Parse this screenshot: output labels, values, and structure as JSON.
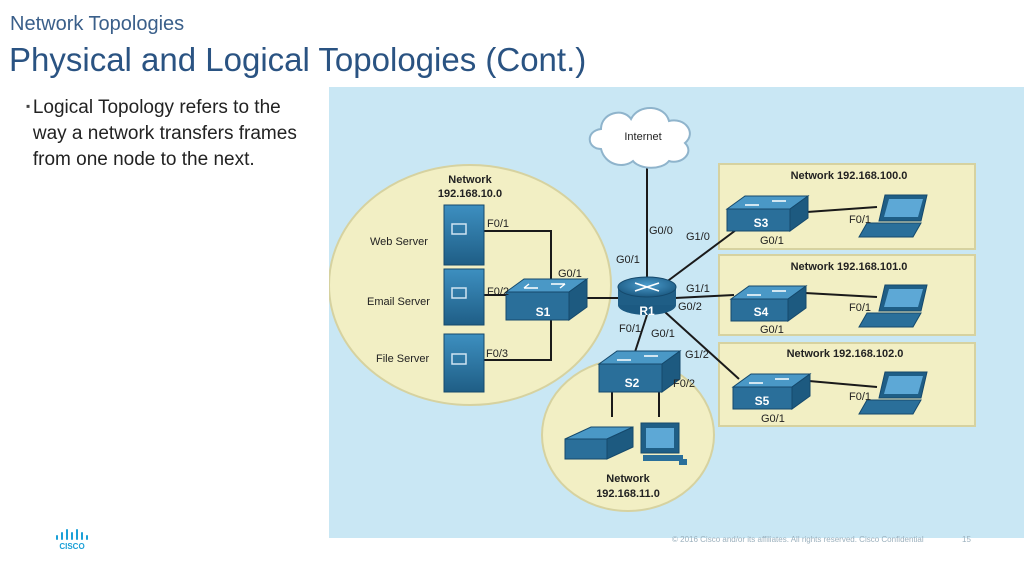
{
  "header": {
    "subtitle": "Network Topologies",
    "title": "Physical and Logical Topologies (Cont.)"
  },
  "bullets": [
    "Logical Topology refers to the way a network transfers frames from one node to the next."
  ],
  "diagram": {
    "internet": "Internet",
    "net10_title": "Network",
    "net10_addr": "192.168.10.0",
    "web_server": "Web Server",
    "email_server": "Email Server",
    "file_server": "File Server",
    "s1": "S1",
    "s1_f01": "F0/1",
    "s1_f02": "F0/2",
    "s1_f03": "F0/3",
    "s1_g01": "G0/1",
    "r1": "R1",
    "r1_g00": "G0/0",
    "r1_g01": "G0/1",
    "r1_f01": "F0/1",
    "r1_g10": "G1/0",
    "r1_g11": "G1/1",
    "r1_g12": "G1/2",
    "s2": "S2",
    "s2_g01": "G0/1",
    "s2_f02": "F0/2",
    "net11_title": "Network",
    "net11_addr": "192.168.11.0",
    "net100": "Network 192.168.100.0",
    "s3": "S3",
    "s3_g01": "G0/1",
    "s3_f01": "F0/1",
    "net101": "Network 192.168.101.0",
    "s4": "S4",
    "s4_g02": "G0/2",
    "s4_g01": "G0/1",
    "s4_f01": "F0/1",
    "net102": "Network 192.168.102.0",
    "s5": "S5",
    "s5_g01": "G0/1",
    "s5_f01": "F0/1"
  },
  "footer": {
    "copyright": "© 2016 Cisco and/or its affiliates. All rights reserved. Cisco Confidential",
    "page": "15",
    "logo": "CISCO"
  },
  "colors": {
    "title": "#2a5382",
    "diagram_bg": "#c9e7f4",
    "lan_bubble": "#f2efc4",
    "device_blue": "#2a6f9a"
  }
}
